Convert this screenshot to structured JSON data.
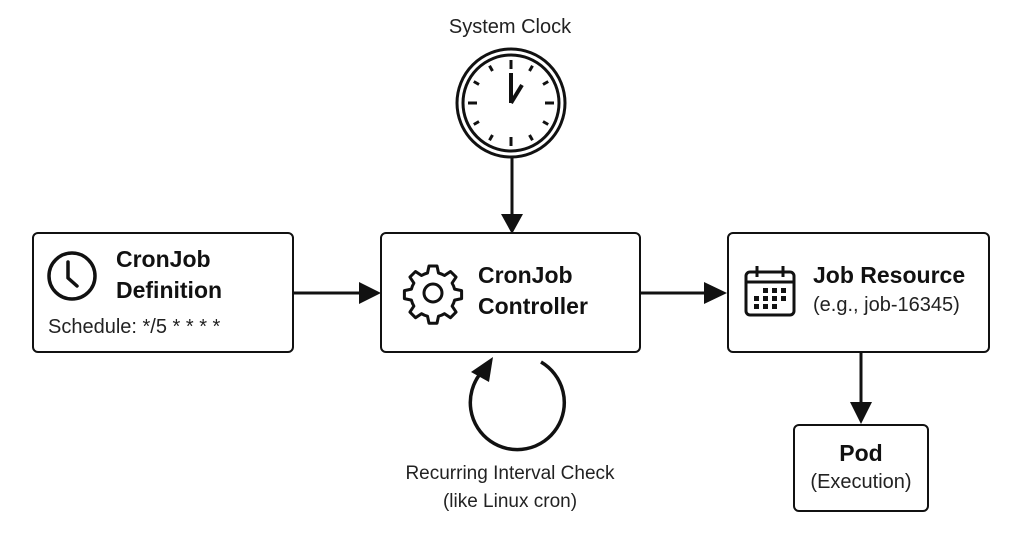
{
  "diagram": {
    "clock": {
      "label": "System Clock",
      "icon": "wall-clock-icon"
    },
    "definition": {
      "icon": "clock-icon",
      "title_line1": "CronJob",
      "title_line2": "Definition",
      "schedule": "Schedule: */5 * * * *"
    },
    "controller": {
      "icon": "gear-icon",
      "title_line1": "CronJob",
      "title_line2": "Controller"
    },
    "job": {
      "icon": "calendar-icon",
      "title": "Job Resource",
      "subtitle": "(e.g., job-16345)"
    },
    "pod": {
      "title": "Pod",
      "subtitle": "(Execution)"
    },
    "loop": {
      "icon": "loop-arrow-icon",
      "label_line1": "Recurring Interval Check",
      "label_line2": "(like Linux cron)"
    },
    "edges": [
      {
        "from": "System Clock",
        "to": "CronJob Controller"
      },
      {
        "from": "CronJob Definition",
        "to": "CronJob Controller"
      },
      {
        "from": "CronJob Controller",
        "to": "Job Resource"
      },
      {
        "from": "Job Resource",
        "to": "Pod"
      },
      {
        "from": "CronJob Controller",
        "to": "CronJob Controller",
        "label": "Recurring Interval Check"
      }
    ]
  }
}
